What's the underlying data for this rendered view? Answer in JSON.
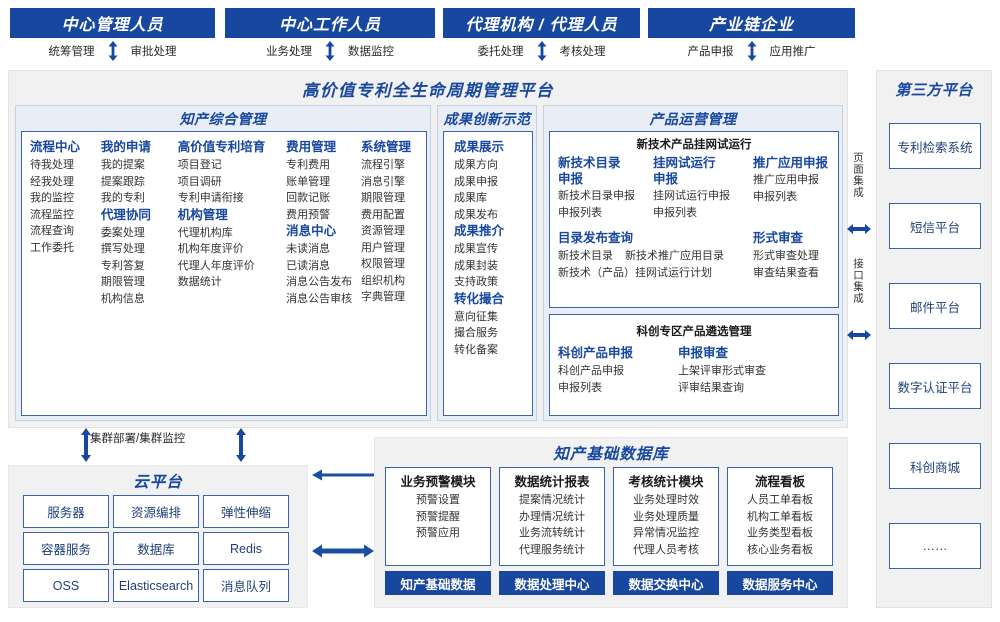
{
  "actors": [
    {
      "title": "中心管理人员",
      "left": "统筹管理",
      "right": "审批处理"
    },
    {
      "title": "中心工作人员",
      "left": "业务处理",
      "right": "数据监控"
    },
    {
      "title": "代理机构 / 代理人员",
      "left": "委托处理",
      "right": "考核处理"
    },
    {
      "title": "产业链企业",
      "left": "产品申报",
      "right": "应用推广"
    }
  ],
  "platform": {
    "title": "高价值专利全生命周期管理平台",
    "groups": {
      "ip_mgmt": {
        "title": "知产综合管理",
        "columns": [
          {
            "sections": [
              {
                "head": "流程中心",
                "items": [
                  "待我处理",
                  "经我处理",
                  "我的监控",
                  "流程监控",
                  "流程查询",
                  "工作委托"
                ]
              }
            ]
          },
          {
            "sections": [
              {
                "head": "我的申请",
                "items": [
                  "我的提案",
                  "提案跟踪",
                  "我的专利"
                ]
              },
              {
                "head": "代理协同",
                "items": [
                  "委案处理",
                  "撰写处理",
                  "专利答复",
                  "期限管理",
                  "机构信息"
                ]
              }
            ]
          },
          {
            "sections": [
              {
                "head": "高价值专利培育",
                "items": [
                  "项目登记",
                  "项目调研",
                  "专利申请衔接"
                ]
              },
              {
                "head": "机构管理",
                "items": [
                  "代理机构库",
                  "机构年度评价",
                  "代理人年度评价",
                  "数据统计"
                ]
              }
            ]
          },
          {
            "sections": [
              {
                "head": "费用管理",
                "items": [
                  "专利费用",
                  "账单管理",
                  "回款记账",
                  "费用预警"
                ]
              },
              {
                "head": "消息中心",
                "items": [
                  "未读消息",
                  "已读消息",
                  "消息公告发布",
                  "消息公告审核"
                ]
              }
            ]
          },
          {
            "sections": [
              {
                "head": "系统管理",
                "items": [
                  "流程引擎",
                  "消息引擎",
                  "期限管理",
                  "费用配置",
                  "资源管理",
                  "用户管理",
                  "权限管理",
                  "组织机构",
                  "字典管理"
                ]
              }
            ]
          }
        ]
      },
      "achievement": {
        "title": "成果创新示范",
        "sections": [
          {
            "head": "成果展示",
            "items": [
              "成果方向",
              "成果申报",
              "成果库",
              "成果发布"
            ]
          },
          {
            "head": "成果推介",
            "items": [
              "成果宣传",
              "成果封装",
              "支持政策"
            ]
          },
          {
            "head": "转化撮合",
            "items": [
              "意向征集",
              "撮合服务",
              "转化备案"
            ]
          }
        ]
      },
      "product_ops": {
        "title": "产品运营管理",
        "card1": {
          "head": "新技术产品挂网试运行",
          "row1": [
            {
              "head": "新技术目录申报",
              "items": [
                "新技术目录申报",
                "申报列表"
              ]
            },
            {
              "head": "挂网试运行申报",
              "items": [
                "挂网试运行申报",
                "申报列表"
              ]
            },
            {
              "head": "推广应用申报",
              "items": [
                "推广应用申报",
                "申报列表"
              ]
            }
          ],
          "row2_left": {
            "head": "目录发布查询",
            "items": [
              "新技术目录",
              "新技术推广应用目录",
              "新技术（产品）挂网试运行计划"
            ]
          },
          "row2_right": {
            "head": "形式审查",
            "items": [
              "形式审查处理",
              "审查结果查看"
            ]
          }
        },
        "card2": {
          "head": "科创专区产品遴选管理",
          "cols": [
            {
              "head": "科创产品申报",
              "items": [
                "科创产品申报",
                "申报列表"
              ]
            },
            {
              "head": "申报审查",
              "items": [
                "上架评审形式审查",
                "评审结果查询"
              ]
            }
          ]
        }
      }
    }
  },
  "integration": {
    "page_label": "页面集成",
    "api_label": "接口集成"
  },
  "third_party": {
    "title": "第三方平台",
    "items": [
      "专利检索系统",
      "短信平台",
      "邮件平台",
      "数字认证平台",
      "科创商城",
      "……"
    ]
  },
  "cloud": {
    "cluster_label": "集群部署/集群监控",
    "title": "云平台",
    "cells": [
      "服务器",
      "资源编排",
      "弹性伸缩",
      "容器服务",
      "数据库",
      "Redis",
      "OSS",
      "Elasticsearch",
      "消息队列"
    ]
  },
  "database": {
    "title": "知产基础数据库",
    "columns": [
      {
        "head": "业务预警模块",
        "items": [
          "预警设置",
          "预警提醒",
          "预警应用"
        ],
        "foot": "知产基础数据"
      },
      {
        "head": "数据统计报表",
        "items": [
          "提案情况统计",
          "办理情况统计",
          "业务流转统计",
          "代理服务统计"
        ],
        "foot": "数据处理中心"
      },
      {
        "head": "考核统计模块",
        "items": [
          "业务处理时效",
          "业务处理质量",
          "异常情况监控",
          "代理人员考核"
        ],
        "foot": "数据交换中心"
      },
      {
        "head": "流程看板",
        "items": [
          "人员工单看板",
          "机构工单看板",
          "业务类型看板",
          "核心业务看板"
        ],
        "foot": "数据服务中心"
      }
    ]
  },
  "colors": {
    "brand_blue": "#17479e",
    "border_blue": "#3a63ad",
    "panel_gray": "#f1f1f1",
    "group_bg": "#e9edf5"
  }
}
